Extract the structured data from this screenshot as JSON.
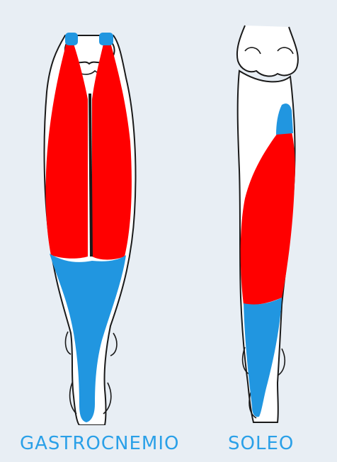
{
  "labels": {
    "left": "GASTROCNEMIO",
    "right": "SOLEO"
  },
  "colors": {
    "background": "#e8eef4",
    "muscle": "#ff0000",
    "tendon": "#2196e0",
    "bone_fill": "#ffffff",
    "bone_outline": "#1a1a1a",
    "label_text": "#2aa0e8"
  },
  "icons": {
    "left_figure": "gastrocnemius-muscle-diagram",
    "right_figure": "soleus-muscle-diagram"
  }
}
